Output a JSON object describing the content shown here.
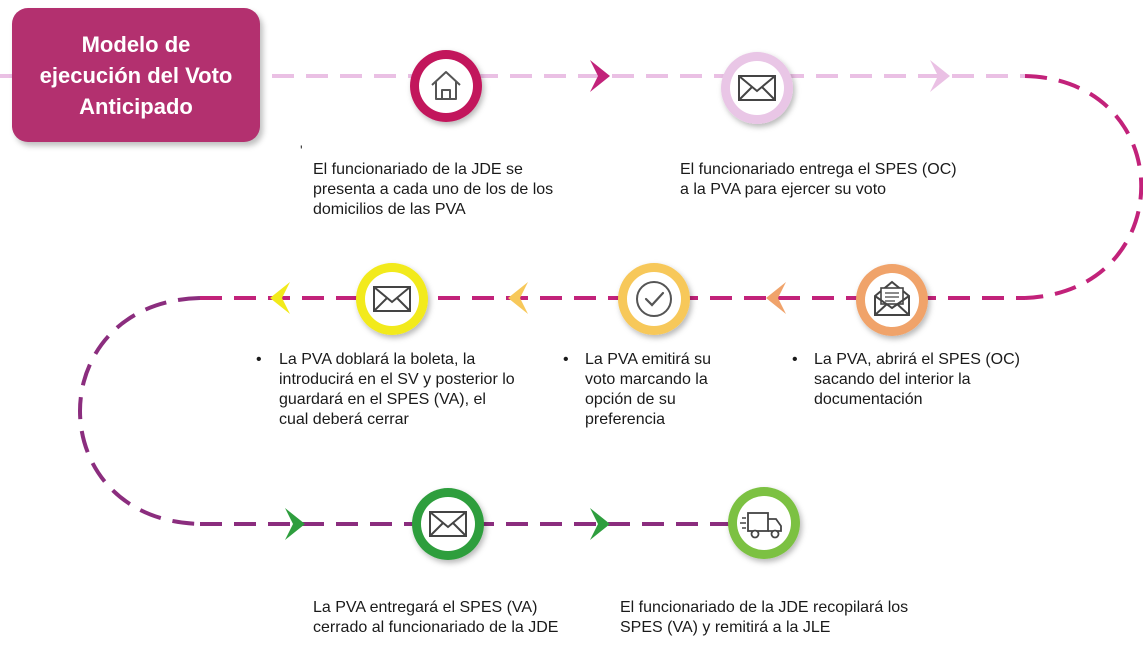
{
  "title": "Modelo de\nejecución del Voto\nAnticipado",
  "steps": [
    {
      "icon": "house-icon",
      "color": "#c2185b",
      "text": "El funcionariado de la JDE se presenta a cada uno de los de los domicilios de las PVA"
    },
    {
      "icon": "envelope-icon",
      "color": "#e9c6e6",
      "text": "El funcionariado entrega el SPES (OC) a la PVA para ejercer su voto"
    },
    {
      "icon": "open-envelope-icon",
      "color": "#f0a36b",
      "text": "La PVA, abrirá el SPES (OC) sacando del interior la documentación"
    },
    {
      "icon": "check-icon",
      "color": "#f7c85a",
      "text": "La PVA emitirá su voto marcando la opción de su preferencia"
    },
    {
      "icon": "envelope-icon",
      "color": "#f2ea1a",
      "text": "La PVA doblará la boleta, la introducirá  en el SV y posterior lo guardará en el SPES (VA), el cual deberá cerrar"
    },
    {
      "icon": "envelope-icon",
      "color": "#2e9e3e",
      "text": "La PVA entregará el SPES (VA) cerrado al funcionariado de la JDE"
    },
    {
      "icon": "truck-icon",
      "color": "#7cc142",
      "text": "El funcionariado de la JDE recopilará los SPES (VA) y remitirá a la JLE"
    }
  ],
  "bullet_symbol": "•",
  "stray_mark": "'",
  "colors": {
    "title_bg": "#b3306f",
    "row1_line": "#eac0e4",
    "row2_line": "#c2227a",
    "row3_line": "#8b2d7e",
    "curve": "#8b2d7e"
  }
}
